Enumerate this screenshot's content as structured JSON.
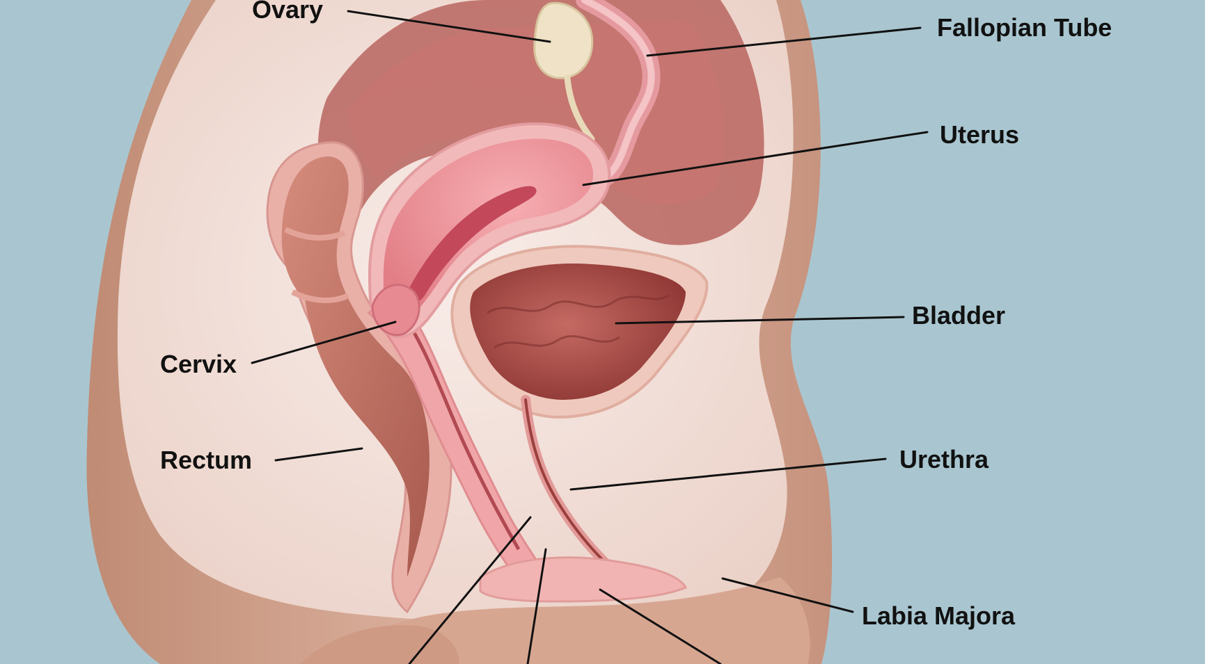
{
  "diagram": {
    "labels": {
      "ovary": "Ovary",
      "fallopian_tube": "Fallopian Tube",
      "uterus": "Uterus",
      "bladder": "Bladder",
      "cervix": "Cervix",
      "rectum": "Rectum",
      "urethra": "Urethra",
      "labia_majora": "Labia Majora"
    }
  },
  "colors": {
    "background": "#a9c6d0",
    "body_skin": "#c99b85",
    "body_cavity": "#f3e4df",
    "tissue": "#b4605a",
    "uterus": "#ef8f96",
    "bladder": "#a84b48",
    "label_text": "#111111"
  }
}
